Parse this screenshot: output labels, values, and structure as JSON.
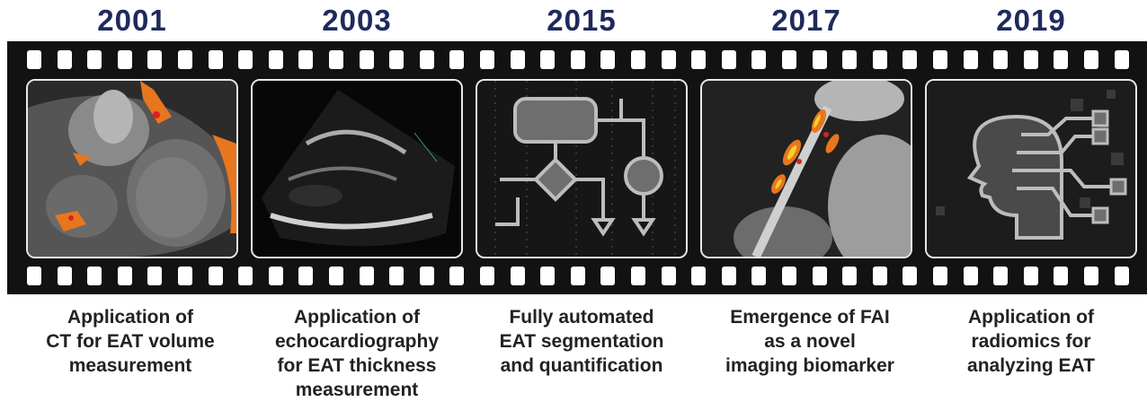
{
  "timeline": [
    {
      "year": "2001",
      "caption_lines": [
        "Application of",
        "CT for EAT volume",
        "measurement"
      ],
      "image": "ct-scan-image"
    },
    {
      "year": "2003",
      "caption_lines": [
        "Application of",
        "echocardiography",
        "for EAT thickness",
        "measurement"
      ],
      "image": "echocardiography-image"
    },
    {
      "year": "2015",
      "caption_lines": [
        "Fully automated",
        "EAT segmentation",
        "and quantification"
      ],
      "image": "flowchart-icon"
    },
    {
      "year": "2017",
      "caption_lines": [
        "Emergence of FAI",
        "as a novel",
        "imaging biomarker"
      ],
      "image": "fai-heatmap-image"
    },
    {
      "year": "2019",
      "caption_lines": [
        "Application of",
        "radiomics for",
        "analyzing EAT"
      ],
      "image": "radiomics-head-icon"
    }
  ],
  "colors": {
    "year_text": "#1d2a5c",
    "film": "#121212",
    "caption_text": "#222222",
    "fat_highlight": "#e8761e"
  }
}
